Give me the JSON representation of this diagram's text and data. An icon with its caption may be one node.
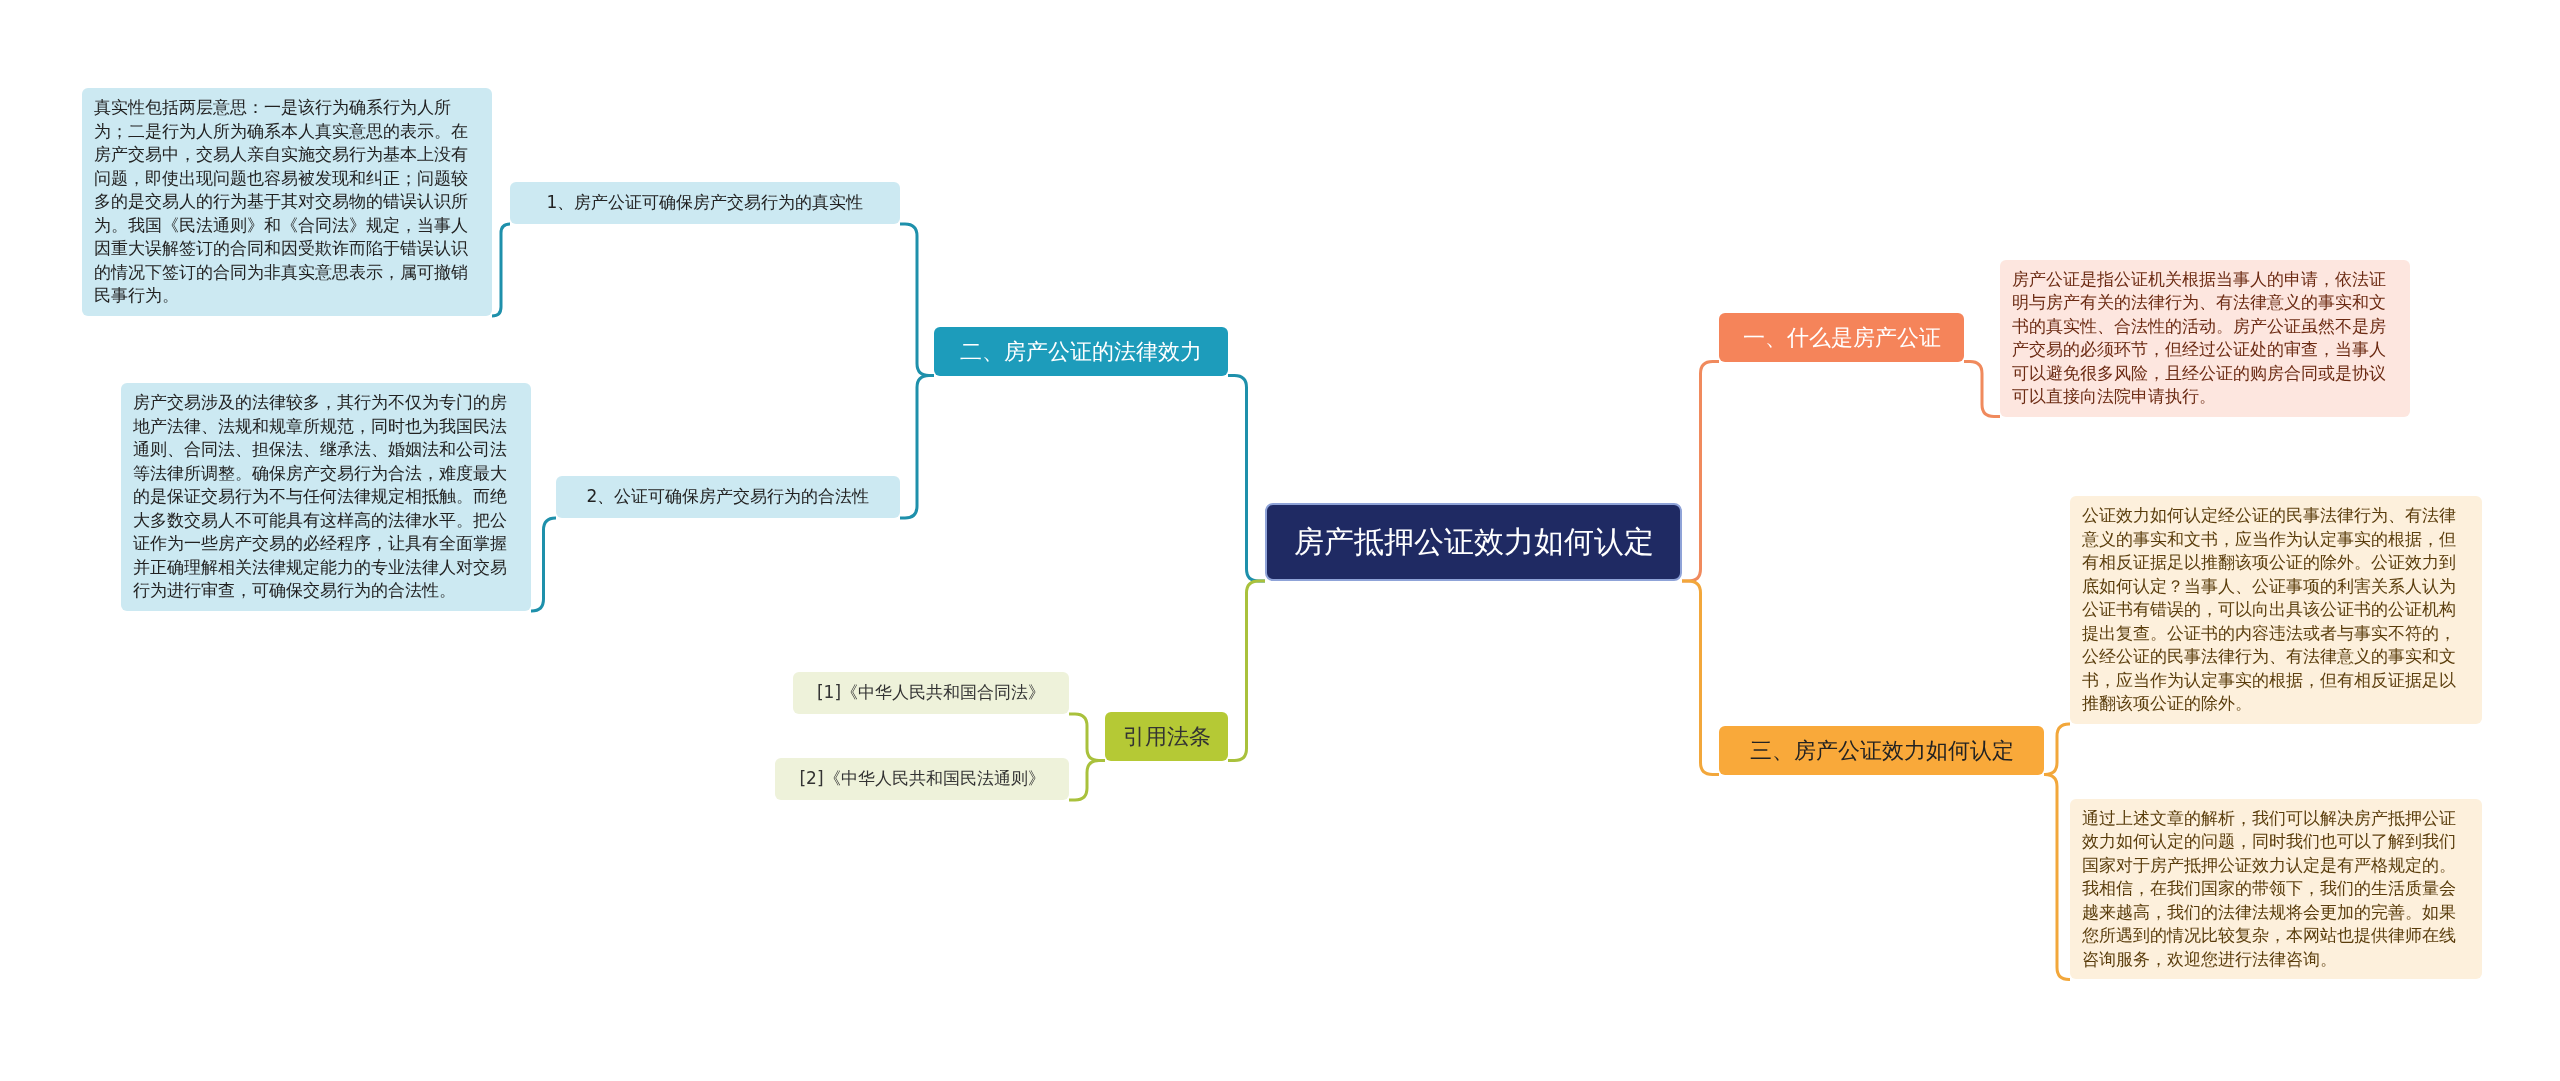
{
  "diagram": {
    "nodes": [
      {
        "text": [
          "房产抵押公证效力如何认定"
        ]
      },
      {
        "text": [
          "二、房产公证的法律效力"
        ]
      },
      {
        "text": [
          "1、房产公证可确保房产交易行为的真实性"
        ]
      },
      {
        "text": [
          "真实性包括两层意思：一是该行为确系行为人所为；二是行为人所为确系本人真实意思的表示。在房产交易中，交易人亲自实施交易行为基本上没有问题，即使出现问题也容易被发现和纠正；问题较多的是交易人的行为基于其对交易物的错误认识所为。我国《民法通则》和《合同法》规定，当事人因重大误解签订的合同和因受欺诈而陷于错误认识的情况下签订的合同为非真实意思表示，属可撤销民事行为。"
        ]
      },
      {
        "text": [
          "2、公证可确保房产交易行为的合法性"
        ]
      },
      {
        "text": [
          "房产交易涉及的法律较多，其行为不仅为专门的房地产法律、法规和规章所规范，同时也为我国民法通则、合同法、担保法、继承法、婚姻法和公司法等法律所调整。确保房产交易行为合法，难度最大的是保证交易行为不与任何法律规定相抵触。而绝大多数交易人不可能具有这样高的法律水平。把公证作为一些房产交易的必经程序，让具有全面掌握并正确理解相关法律规定能力的专业法律人对交易行为进行审查，可确保交易行为的合法性。"
        ]
      },
      {
        "text": [
          "引用法条"
        ]
      },
      {
        "text": [
          "[1]《中华人民共和国合同法》"
        ]
      },
      {
        "text": [
          "[2]《中华人民共和国民法通则》"
        ]
      },
      {
        "text": [
          "一、什么是房产公证"
        ]
      },
      {
        "text": [
          "房产公证是指公证机关根据当事人的申请，依法证明与房产有关的法律行为、有法律意义的事实和文书的真实性、合法性的活动。房产公证虽然不是房产交易的必须环节，但经过公证处的审查，当事人可以避免很多风险，且经公证的购房合同或是协议可以直接向法院申请执行。"
        ]
      },
      {
        "text": [
          "三、房产公证效力如何认定"
        ]
      },
      {
        "text": [
          "公证效力如何认定经公证的民事法律行为、有法律意义的事实和文书，应当作为认定事实的根据，但有相反证据足以推翻该项公证的除外。公证效力到底如何认定？当事人、公证事项的利害关系人认为公证书有错误的，可以向出具该公证书的公证机构提出复查。公证书的内容违法或者与事实不符的，公经公证的民事法律行为、有法律意义的事实和文书，应当作为认定事实的根据，但有相反证据足以推翻该项公证的除外。"
        ]
      },
      {
        "text": [
          "通过上述文章的解析，我们可以解决房产抵押公证效力如何认定的问题，同时我们也可以了解到我们国家对于房产抵押公证效力认定是有严格规定的。我相信，在我们国家的带领下，我们的生活质量会越来越高，我们的法律法规将会更加的完善。如果您所遇到的情况比较复杂，本网站也提供律师在线咨询服务，欢迎您进行法律咨询。"
        ]
      }
    ],
    "edges": [
      {
        "from": 0,
        "to": 1,
        "arrow": "none",
        "color": "#1e90ab"
      },
      {
        "from": 1,
        "to": 2,
        "arrow": "none",
        "color": "#1e90ab"
      },
      {
        "from": 2,
        "to": 3,
        "arrow": "none",
        "color": "#1e90ab"
      },
      {
        "from": 1,
        "to": 4,
        "arrow": "none",
        "color": "#1e90ab"
      },
      {
        "from": 4,
        "to": 5,
        "arrow": "none",
        "color": "#1e90ab"
      },
      {
        "from": 0,
        "to": 6,
        "arrow": "none",
        "color": "#a9c13c"
      },
      {
        "from": 6,
        "to": 7,
        "arrow": "none",
        "color": "#a9c13c"
      },
      {
        "from": 6,
        "to": 8,
        "arrow": "none",
        "color": "#a9c13c"
      },
      {
        "from": 0,
        "to": 9,
        "arrow": "none",
        "color": "#f08a5d"
      },
      {
        "from": 9,
        "to": 10,
        "arrow": "none",
        "color": "#f08a5d"
      },
      {
        "from": 0,
        "to": 11,
        "arrow": "none",
        "color": "#f2a73b"
      },
      {
        "from": 11,
        "to": 12,
        "arrow": "none",
        "color": "#f2a73b"
      },
      {
        "from": 11,
        "to": 13,
        "arrow": "none",
        "color": "#f2a73b"
      }
    ]
  }
}
